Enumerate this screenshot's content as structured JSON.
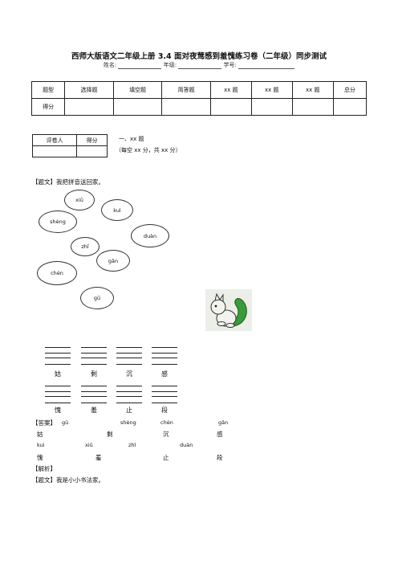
{
  "header": {
    "title": "西师大版语文二年级上册 3.4 面对夜莺感到羞愧练习卷（二年级）同步测试",
    "name_label": "姓名:",
    "grade_label": "年级:",
    "number_label": "学号:"
  },
  "score_table": {
    "headers": [
      "题型",
      "选择题",
      "填空题",
      "简答题",
      "xx 题",
      "xx 题",
      "xx 题",
      "总分"
    ],
    "score_label": "得分"
  },
  "grader_table": {
    "grader_label": "评卷人",
    "score_label": "得分"
  },
  "section": {
    "heading": "一、xx 题",
    "note": "（每空 xx 分，共 xx 分）"
  },
  "question1": {
    "prompt": "【题文】我把拼音送回家。",
    "bubbles": [
      "xiū",
      "kuì",
      "shèng",
      "duàn",
      "zhǐ",
      "gǎn",
      "chén",
      "gū"
    ],
    "chars_row1": [
      "姑",
      "剩",
      "沉",
      "感"
    ],
    "chars_row2": [
      "愧",
      "羞",
      "止",
      "段"
    ]
  },
  "answer": {
    "label": "【答案】",
    "pinyin_row1": [
      "gū",
      "shèng",
      "chén",
      "gǎn"
    ],
    "chars_row1": [
      "姑",
      "剩",
      "沉",
      "感"
    ],
    "pinyin_row2": [
      "kuì",
      "xiū",
      "zhǐ",
      "duàn"
    ],
    "chars_row2": [
      "愧",
      "羞",
      "止",
      "段"
    ]
  },
  "analysis_label": "【解析】",
  "question2": {
    "prompt": "【题文】我是小小书法家。"
  }
}
